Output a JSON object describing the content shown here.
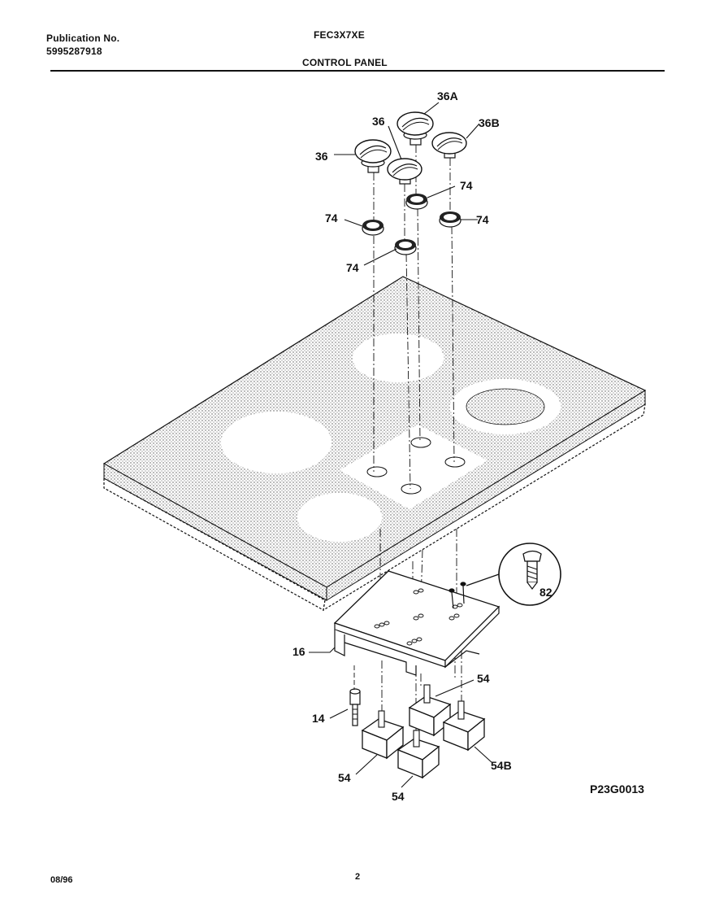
{
  "header": {
    "publication_label": "Publication No.",
    "publication_number": "5995287918",
    "model": "FEC3X7XE",
    "section": "CONTROL PANEL"
  },
  "parts": {
    "knob_36": "36",
    "knob_36A": "36A",
    "knob_36B": "36B",
    "bezel_74": "74",
    "bracket_16": "16",
    "screw_82": "82",
    "switch_14": "14",
    "switch_54": "54",
    "switch_54B": "54B"
  },
  "diagram_code": "P23G0013",
  "footer": {
    "date": "08/96",
    "page": "2"
  }
}
